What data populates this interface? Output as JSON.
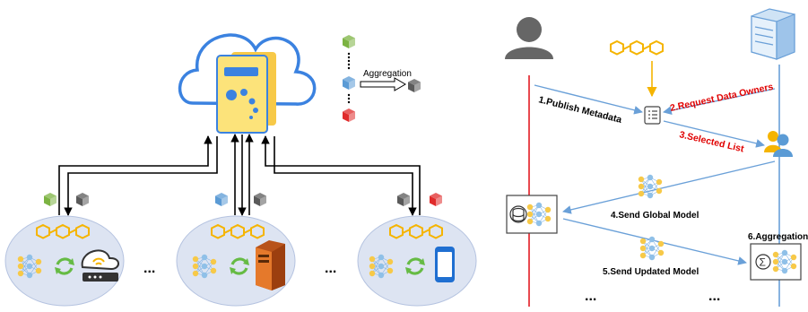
{
  "left_panel": {
    "legend_label": "Aggregation",
    "ellipsis_1": "...",
    "ellipsis_2": "..."
  },
  "right_panel": {
    "step1": "1.Publish Metadata",
    "step2": "2.Request Data Owners",
    "step3": "3.Selected List",
    "step4": "4.Send Global Model",
    "step5": "5.Send Updated Model",
    "step6": "6.Aggregation",
    "ellipsis_1": "...",
    "ellipsis_2": "...",
    "sigma": "Σ"
  },
  "colors": {
    "green_cube": "#7cb342",
    "blue_cube": "#5b9bd5",
    "red_cube": "#e02b2b",
    "gray_cube": "#5a5a5a",
    "gold": "#f5b400",
    "step_black": "#000000",
    "step_red": "#e00000",
    "line_blue": "#6aa0d8",
    "line_red": "#e31b23"
  }
}
